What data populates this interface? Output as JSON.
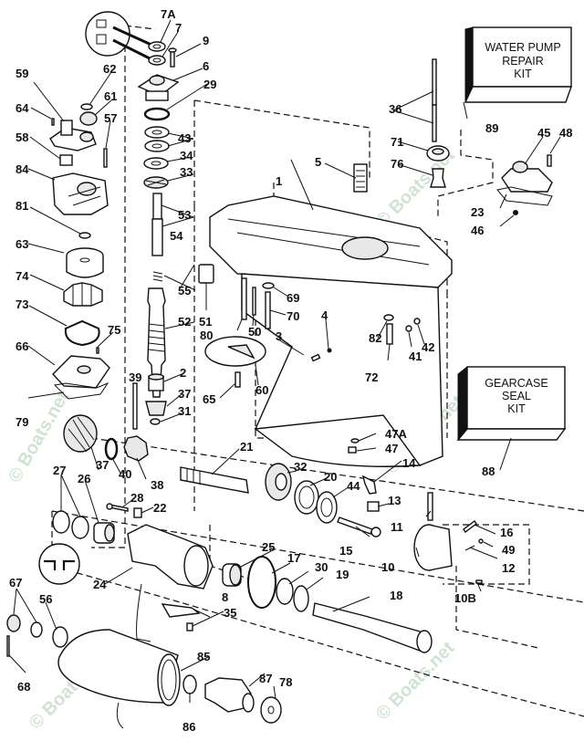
{
  "diagram": {
    "title": "Gearcase exploded parts diagram",
    "watermark": "© Boats.net",
    "kits": [
      {
        "id": "89",
        "lines": [
          "WATER PUMP",
          "REPAIR",
          "KIT"
        ]
      },
      {
        "id": "88",
        "lines": [
          "GEARCASE",
          "SEAL",
          "KIT"
        ]
      }
    ],
    "callouts": [
      "7A",
      "7",
      "9",
      "6",
      "29",
      "43",
      "34",
      "33",
      "53",
      "54",
      "55",
      "52",
      "2",
      "37",
      "31",
      "39",
      "59",
      "62",
      "61",
      "64",
      "57",
      "58",
      "84",
      "81",
      "63",
      "74",
      "73",
      "75",
      "66",
      "79",
      "37",
      "40",
      "38",
      "27",
      "26",
      "28",
      "22",
      "24",
      "67",
      "56",
      "68",
      "8",
      "35",
      "25",
      "17",
      "30",
      "19",
      "18",
      "85",
      "86",
      "87",
      "78",
      "21",
      "32",
      "20",
      "44",
      "14",
      "13",
      "15",
      "11",
      "10",
      "16",
      "49",
      "12",
      "10B",
      "1",
      "5",
      "36",
      "71",
      "76",
      "89",
      "45",
      "48",
      "23",
      "46",
      "51",
      "80",
      "50",
      "69",
      "70",
      "3",
      "4",
      "82",
      "72",
      "41",
      "42",
      "65",
      "60",
      "47A",
      "47",
      "88"
    ]
  }
}
